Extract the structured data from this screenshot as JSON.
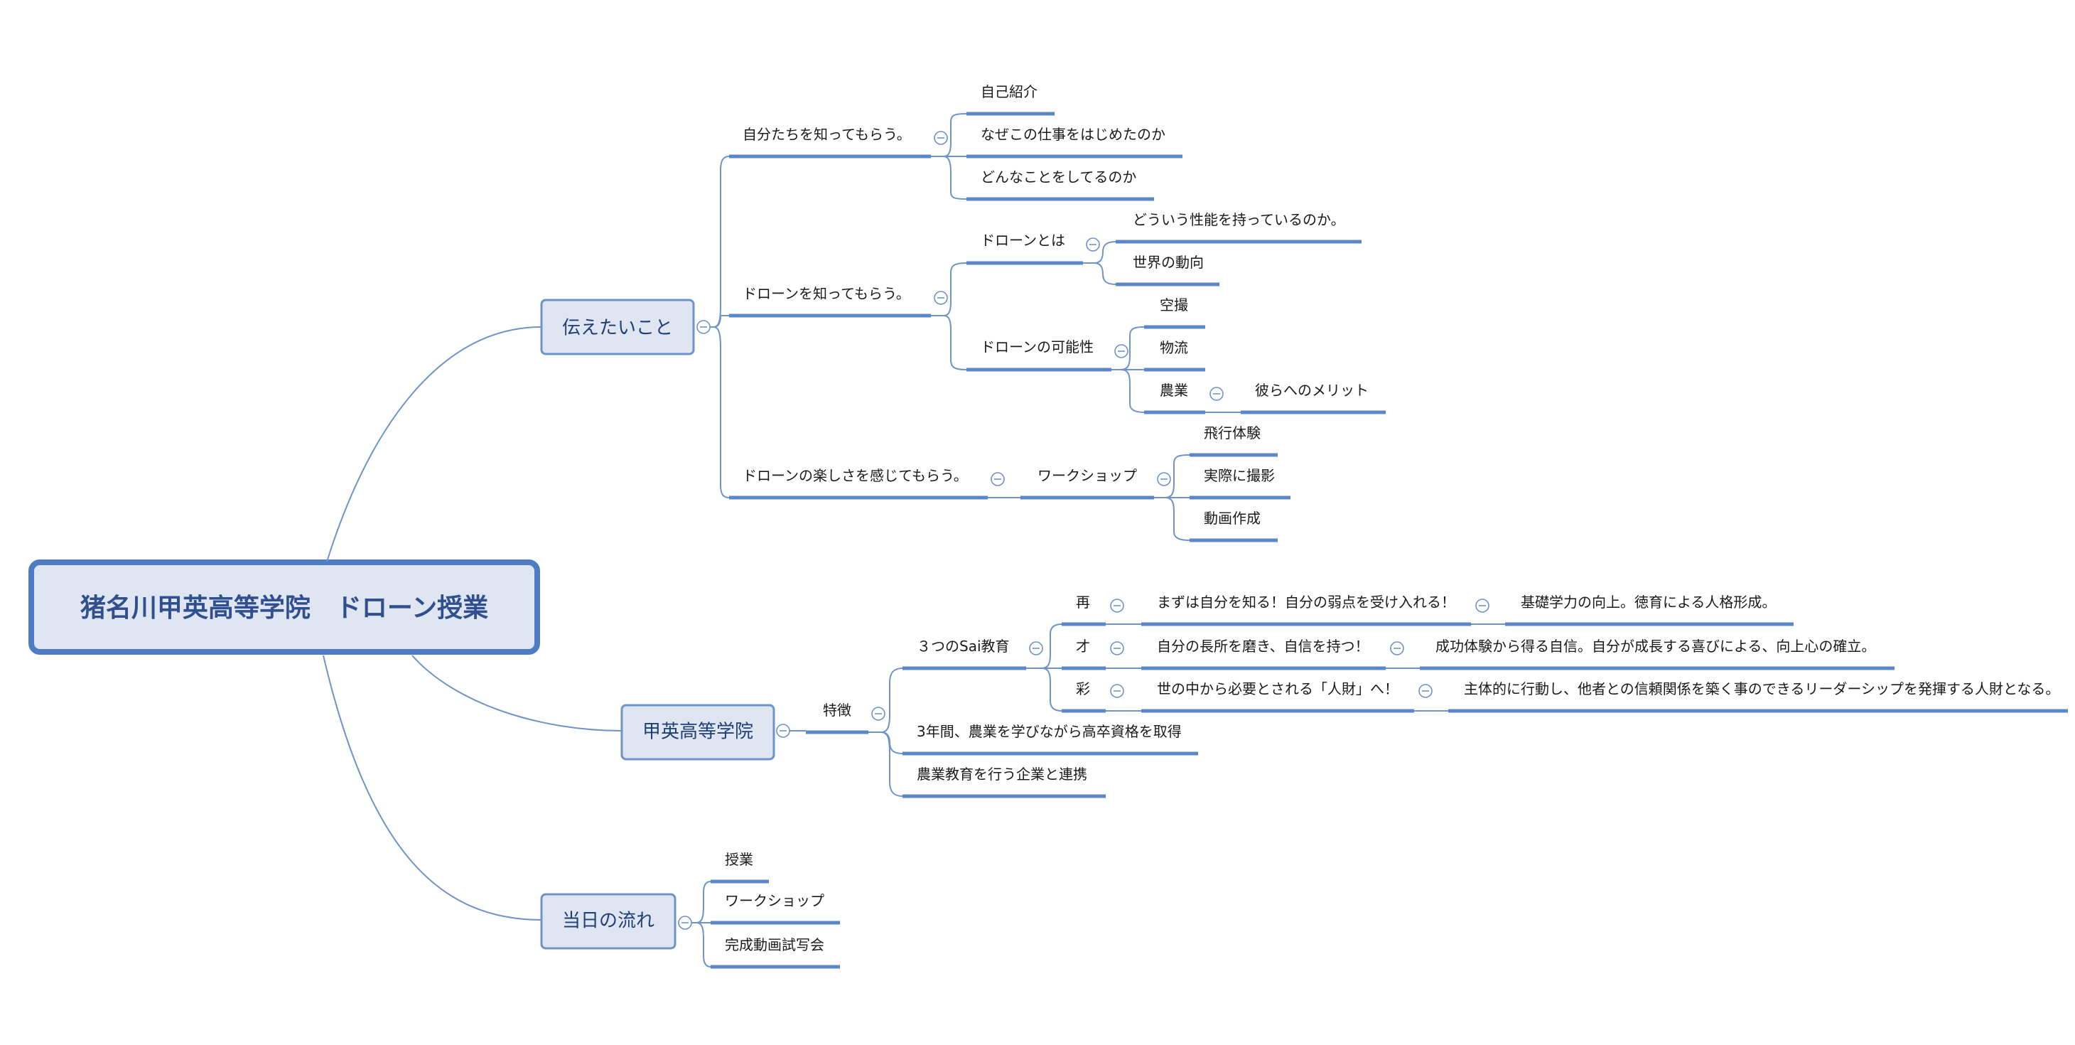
{
  "root": {
    "title": "猪名川甲英高等学院　ドローン授業"
  },
  "branches": {
    "tsutaetai": {
      "label": "伝えたいこと",
      "self_intro": {
        "label": "自分たちを知ってもらう。",
        "items": [
          "自己紹介",
          "なぜこの仕事をはじめたのか",
          "どんなことをしてるのか"
        ]
      },
      "drone_know": {
        "label": "ドローンを知ってもらう。",
        "what": {
          "label": "ドローンとは",
          "items": [
            "どういう性能を持っているのか。",
            "世界の動向"
          ]
        },
        "possibility": {
          "label": "ドローンの可能性",
          "items": [
            "空撮",
            "物流",
            "農業"
          ],
          "agri_merit": "彼らへのメリット"
        }
      },
      "drone_fun": {
        "label": "ドローンの楽しさを感じてもらう。",
        "workshop": {
          "label": "ワークショップ",
          "items": [
            "飛行体験",
            "実際に撮影",
            "動画作成"
          ]
        }
      }
    },
    "koei": {
      "label": "甲英高等学院",
      "feature": {
        "label": "特徴",
        "sai": {
          "label": "３つのSai教育",
          "rows": [
            {
              "char": "再",
              "goal": "まずは自分を知る！自分の弱点を受け入れる！",
              "result": "基礎学力の向上。徳育による人格形成。"
            },
            {
              "char": "才",
              "goal": "自分の長所を磨き、自信を持つ！",
              "result": "成功体験から得る自信。自分が成長する喜びによる、向上心の確立。"
            },
            {
              "char": "彩",
              "goal": "世の中から必要とされる「人財」へ！",
              "result": "主体的に行動し、他者との信頼関係を築く事のできるリーダーシップを発揮する人財となる。"
            }
          ]
        },
        "items": [
          "3年間、農業を学びながら高卒資格を取得",
          "農業教育を行う企業と連携"
        ]
      }
    },
    "flow": {
      "label": "当日の流れ",
      "items": [
        "授業",
        "ワークショップ",
        "完成動画試写会"
      ]
    }
  }
}
